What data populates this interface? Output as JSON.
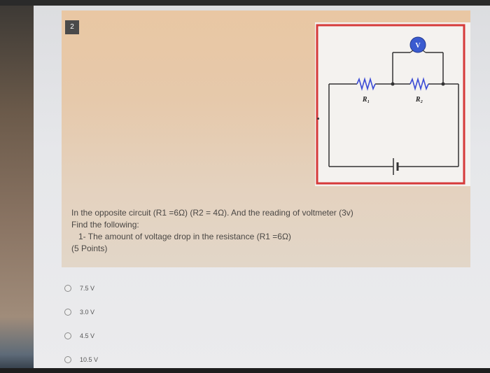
{
  "question": {
    "number": "2",
    "lines": [
      "In the opposite circuit (R1 =6Ω) (R2 = 4Ω). And the reading of voltmeter (3v)",
      "Find the following:",
      "1- The amount of voltage drop in the resistance (R1 =6Ω)",
      "(5 Points)"
    ]
  },
  "diagram": {
    "voltmeter_label": "V",
    "r1_label": "R₁",
    "r2_label": "R₂"
  },
  "options": [
    {
      "label": "7.5 V",
      "selected": false
    },
    {
      "label": "3.0 V",
      "selected": false
    },
    {
      "label": "4.5 V",
      "selected": false
    },
    {
      "label": "10.5 V",
      "selected": false
    }
  ],
  "colors": {
    "card_bg": "#e6c9ab",
    "frame_red": "#d63a3a",
    "wire": "#333333",
    "resistor": "#3b4bd6",
    "voltmeter_fill": "#3a5bd0"
  }
}
